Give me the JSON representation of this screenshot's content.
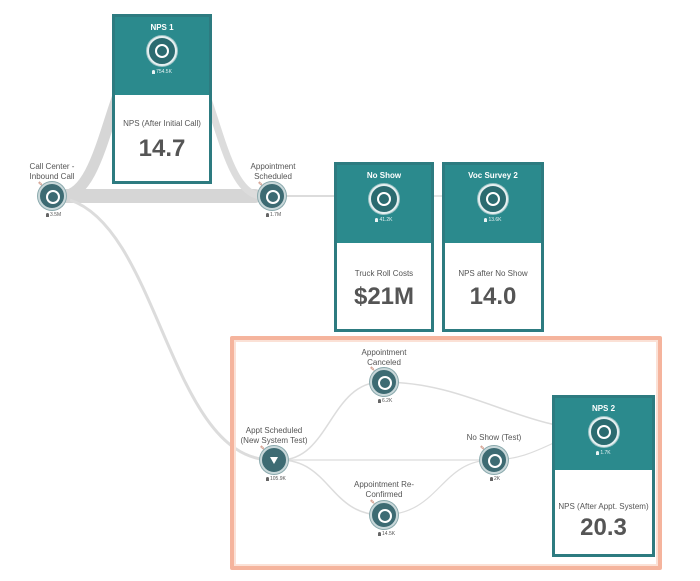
{
  "nodes": {
    "call_center": {
      "label": "Call Center -\nInbound Call",
      "count": "3.5M"
    },
    "appointment_scheduled": {
      "label": "Appointment\nScheduled",
      "count": "1.7M"
    },
    "appt_scheduled_new": {
      "label": "Appt Scheduled\n(New System Test)",
      "count": "105.9K"
    },
    "appointment_canceled": {
      "label": "Appointment\nCanceled",
      "count": "6.2K"
    },
    "appointment_reconfirmed": {
      "label": "Appointment Re-\nConfirmed",
      "count": "14.5K"
    },
    "no_show_test": {
      "label": "No Show (Test)",
      "count": "2K"
    }
  },
  "cards": {
    "nps1": {
      "title": "NPS 1",
      "count": "754.5K",
      "metric_label": "NPS (After Initial Call)",
      "metric_value": "14.7"
    },
    "no_show": {
      "title": "No Show",
      "count": "41.2K",
      "metric_label": "Truck Roll Costs",
      "metric_value": "$21M"
    },
    "voc_survey2": {
      "title": "Voc Survey 2",
      "count": "13.6K",
      "metric_label": "NPS after No Show",
      "metric_value": "14.0"
    },
    "nps2": {
      "title": "NPS 2",
      "count": "1.7K",
      "metric_label": "NPS (After Appt. System)",
      "metric_value": "20.3"
    }
  },
  "colors": {
    "card_header": "#2b8a8d",
    "card_border": "#2d7b80",
    "node": "#3d6b73",
    "flow": "#d6d6d6",
    "highlight": "#f5b49d"
  },
  "icons": {
    "node": "journey-node-icon",
    "filter": "filter-icon",
    "person": "person-icon"
  }
}
